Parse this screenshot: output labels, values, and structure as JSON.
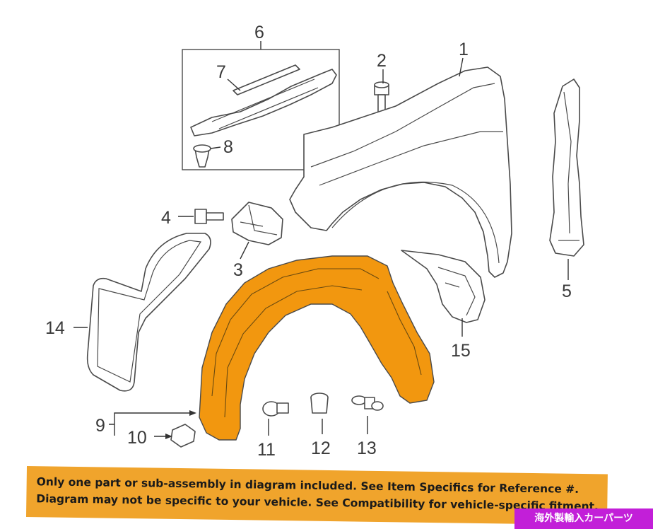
{
  "callouts": {
    "c1": "1",
    "c2": "2",
    "c3": "3",
    "c4": "4",
    "c5": "5",
    "c6": "6",
    "c7": "7",
    "c8": "8",
    "c9": "9",
    "c10": "10",
    "c11": "11",
    "c12": "12",
    "c13": "13",
    "c14": "14",
    "c15": "15"
  },
  "notice": {
    "line1": "Only one part or sub-assembly in diagram included. See Item Specifics for Reference #.",
    "line2": "Diagram may not be specific to your vehicle. See Compatibility for vehicle-specific fitment."
  },
  "watermark": {
    "text": "海外製輸入カーパーツ"
  },
  "colors": {
    "highlight_part": "#f2970f",
    "banner": "#f0a42c",
    "watermark_bg": "#c21fd8",
    "line": "#4a4a4a"
  }
}
